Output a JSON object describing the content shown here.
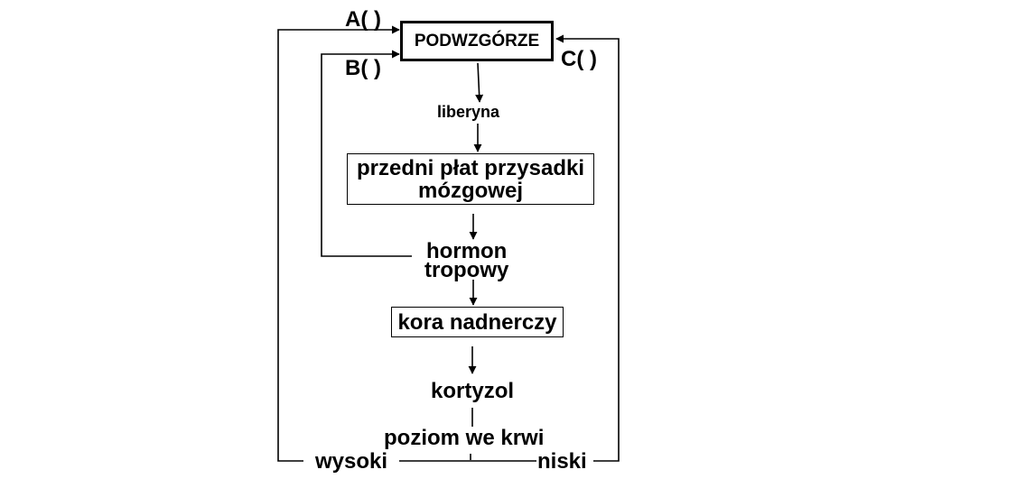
{
  "diagram": {
    "nodes": {
      "hypothalamus": "PODWZGÓRZE",
      "pituitary_line1": "przedni płat przysadki",
      "pituitary_line2": "mózgowej",
      "adrenal_cortex": "kora nadnerczy"
    },
    "labels": {
      "liberin": "liberyna",
      "tropic_hormone_line1": "hormon",
      "tropic_hormone_line2": "tropowy",
      "cortisol": "kortyzol",
      "blood_level": "poziom we krwi",
      "high": "wysoki",
      "low": "niski"
    },
    "pathways": {
      "A": "A(  )",
      "B": "B(  )",
      "C": "C(  )"
    }
  }
}
